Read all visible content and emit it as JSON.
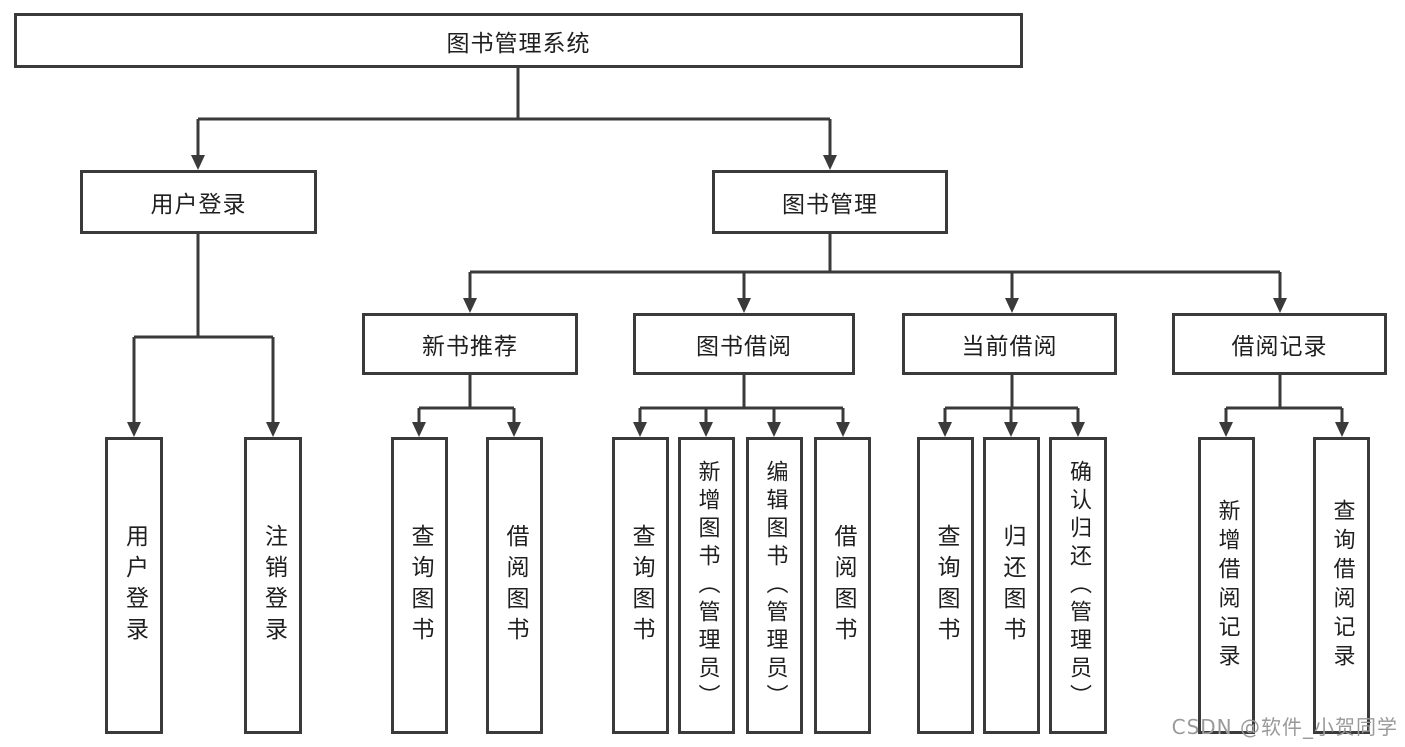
{
  "diagram": {
    "root": {
      "label": "图书管理系统"
    },
    "branches": {
      "user_login": {
        "label": "用户登录",
        "children": [
          {
            "label": "用户登录"
          },
          {
            "label": "注销登录"
          }
        ]
      },
      "book_mgmt": {
        "label": "图书管理",
        "children": {
          "new_book_rec": {
            "label": "新书推荐",
            "children": [
              {
                "label": "查询图书"
              },
              {
                "label": "借阅图书"
              }
            ]
          },
          "book_borrow": {
            "label": "图书借阅",
            "children": [
              {
                "label": "查询图书"
              },
              {
                "label": "新增图书（管理员）"
              },
              {
                "label": "编辑图书（管理员）"
              },
              {
                "label": "借阅图书"
              }
            ]
          },
          "current_borrow": {
            "label": "当前借阅",
            "children": [
              {
                "label": "查询图书"
              },
              {
                "label": "归还图书"
              },
              {
                "label": "确认归还（管理员）"
              }
            ]
          },
          "borrow_record": {
            "label": "借阅记录",
            "children": [
              {
                "label": "新增借阅记录"
              },
              {
                "label": "查询借阅记录"
              }
            ]
          }
        }
      }
    }
  },
  "watermark": {
    "text": "CSDN @软件_小贺同学"
  },
  "colors": {
    "line": "#3a3a3a",
    "text": "#1f1f1f",
    "watermark": "#9a9a9a",
    "background": "#ffffff"
  }
}
